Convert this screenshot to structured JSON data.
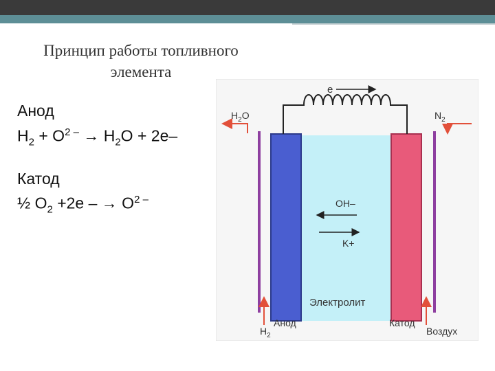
{
  "slide": {
    "title": "Принцип работы топливного элемента",
    "anode_heading": "Анод",
    "anode_eq": {
      "h": "H",
      "h_sub": "2",
      "plus1": " + O",
      "o_sup": "2 –",
      "arrow": " → H",
      "h2_sub": "2",
      "tail": "O + 2e–"
    },
    "cathode_heading": "Катод",
    "cathode_eq": {
      "half": "½ O",
      "o_sub": "2",
      "mid": " +2e – → O",
      "o_sup": "2 –"
    }
  },
  "diagram": {
    "electron": "e",
    "h2o": {
      "h": "H",
      "sub": "2",
      "o": "O"
    },
    "n2": {
      "n": "N",
      "sub": "2"
    },
    "oh": "OH–",
    "k": "K+",
    "electrolyte": "Электролит",
    "h2": {
      "h": "H",
      "sub": "2"
    },
    "anode": "Анод",
    "cathode": "Катод",
    "air": "Воздух"
  },
  "colors": {
    "header_dark": "#3a3a3a",
    "header_accent": "#5d8e96",
    "anode": "#4a5ed0",
    "cathode": "#e85a7a",
    "electrolyte": "#c4f0f8",
    "arrow_red": "#e2503a",
    "membrane": "#8e3fa0"
  }
}
